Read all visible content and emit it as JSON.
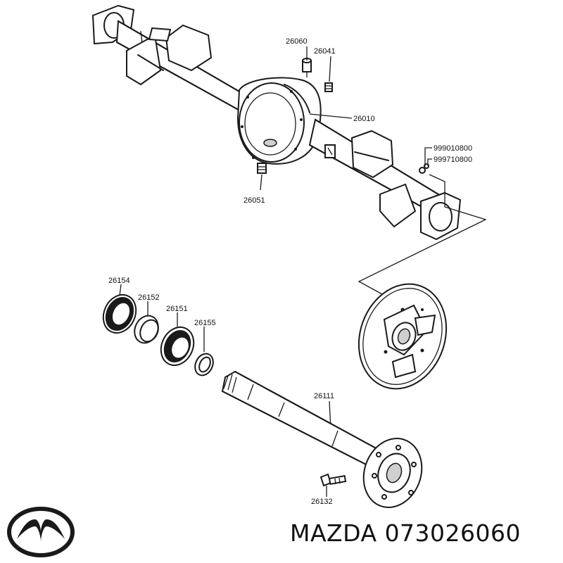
{
  "labels": {
    "p26060": "26060",
    "p26041": "26041",
    "p26010": "26010",
    "p999010800": "999010800",
    "p999710800": "999710800",
    "p26051": "26051",
    "p26154": "26154",
    "p26152": "26152",
    "p26151": "26151",
    "p26155": "26155",
    "p26111": "26111",
    "p26132": "26132"
  },
  "caption": {
    "brand": "MAZDA",
    "part_number": "073026060"
  },
  "logo": {
    "icon": "mazda-logo-icon",
    "color": "#1a1a1a"
  }
}
